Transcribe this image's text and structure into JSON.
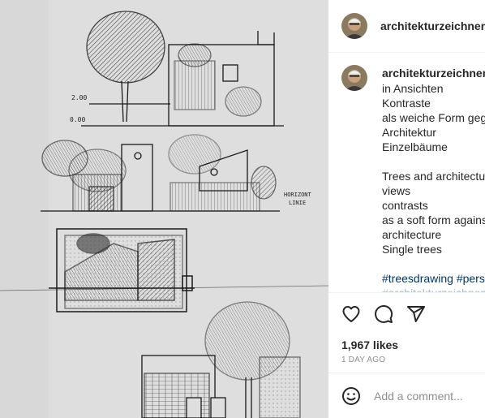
{
  "post": {
    "username": "architekturzeichnen",
    "image_icon": "architecture-sketch-image",
    "caption": {
      "username": "architekturzeichnen",
      "lines": [
        "in Ansichten",
        "Kontraste",
        "als weiche Form geg",
        "Architektur",
        "Einzelbäume",
        "",
        "Trees and architectur",
        "views",
        "contrasts",
        "as a soft form agains",
        "architecture",
        "Single trees",
        ""
      ],
      "hashtags": "#treesdrawing #pers",
      "hashtags_partial": "#architekturzeichnen"
    },
    "actions": {
      "like_icon": "heart-icon",
      "comment_icon": "comment-icon",
      "share_icon": "paper-plane-icon"
    },
    "likes": "1,967 likes",
    "time": "1 DAY AGO",
    "comment": {
      "emoji_icon": "smiley-icon",
      "placeholder": "Add a comment..."
    }
  }
}
